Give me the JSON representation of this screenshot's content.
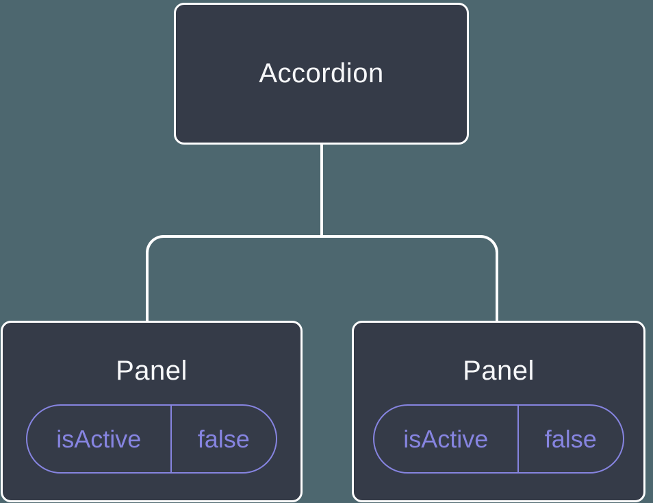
{
  "colors": {
    "background": "#4D676F",
    "node_fill": "#353B48",
    "node_border": "#FFFFFF",
    "connector": "#FFFFFF",
    "accent": "#8684E0",
    "label": "#F6F7F9"
  },
  "tree": {
    "root": {
      "label": "Accordion"
    },
    "children": [
      {
        "label": "Panel",
        "state_name": "isActive",
        "state_value": "false"
      },
      {
        "label": "Panel",
        "state_name": "isActive",
        "state_value": "false"
      }
    ]
  }
}
